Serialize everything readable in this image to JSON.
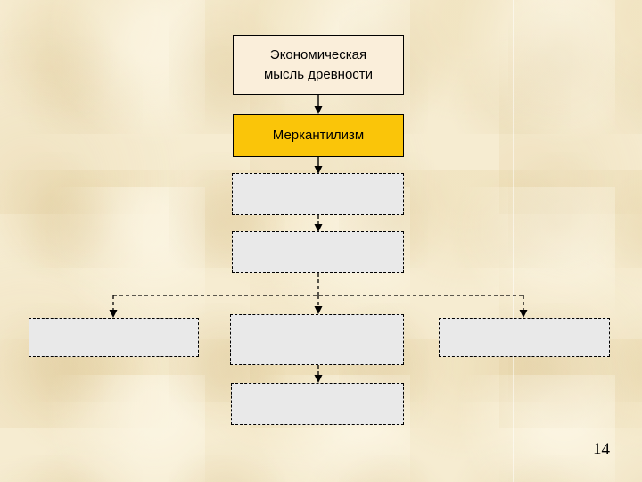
{
  "slide": {
    "page_number": "14"
  },
  "colors": {
    "background": "#f6ecd1",
    "root_box_fill": "#faeeda",
    "mercantilism_box_fill": "#fac509",
    "placeholder_box_fill": "#e9e9e9",
    "border_and_lines": "#000000",
    "text": "#000000"
  },
  "diagram": {
    "type": "flowchart",
    "root_box": {
      "line1": "Экономическая",
      "line2": "мысль древности"
    },
    "mercantilism_box": {
      "label": "Меркантилизм"
    },
    "placeholder_boxes": [
      "",
      "",
      "",
      "",
      "",
      ""
    ]
  }
}
